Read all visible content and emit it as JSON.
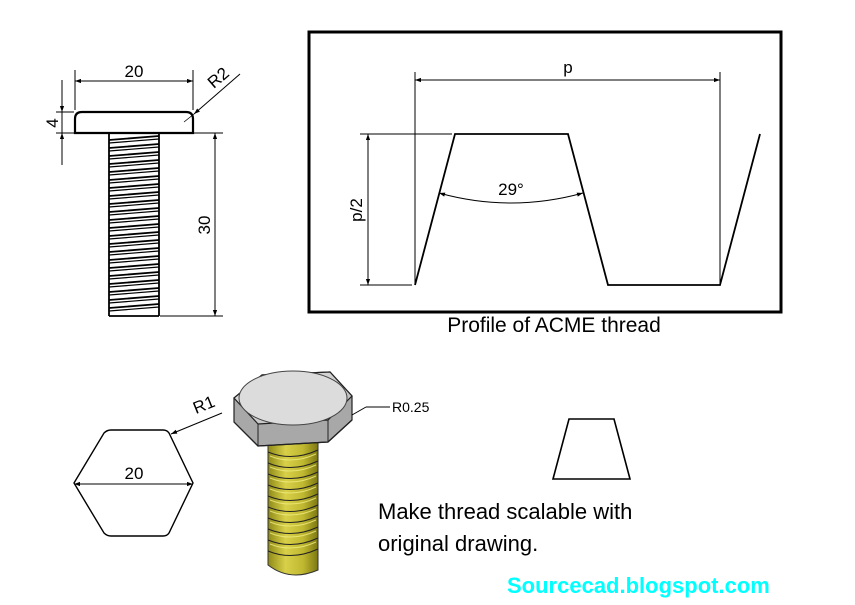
{
  "bolt_side_view": {
    "head_width_dim": "20",
    "head_height_dim": "4",
    "fillet_radius_dim": "R2",
    "shank_length_dim": "30"
  },
  "acme_profile": {
    "pitch_label": "p",
    "depth_label": "p/2",
    "angle_label": "29°",
    "caption": "Profile of ACME thread"
  },
  "hexagon_view": {
    "across_corners_dim": "20",
    "corner_radius_dim": "R1"
  },
  "bolt_3d_view": {
    "edge_radius_callout": "R0.25",
    "head_color": "#c8c8c8",
    "thread_color": "#c8c032"
  },
  "instruction": {
    "line1": "Make thread scalable with",
    "line2": "original drawing."
  },
  "watermark": {
    "text": "Sourcecad.blogspot.com",
    "color": "#00ffff"
  }
}
